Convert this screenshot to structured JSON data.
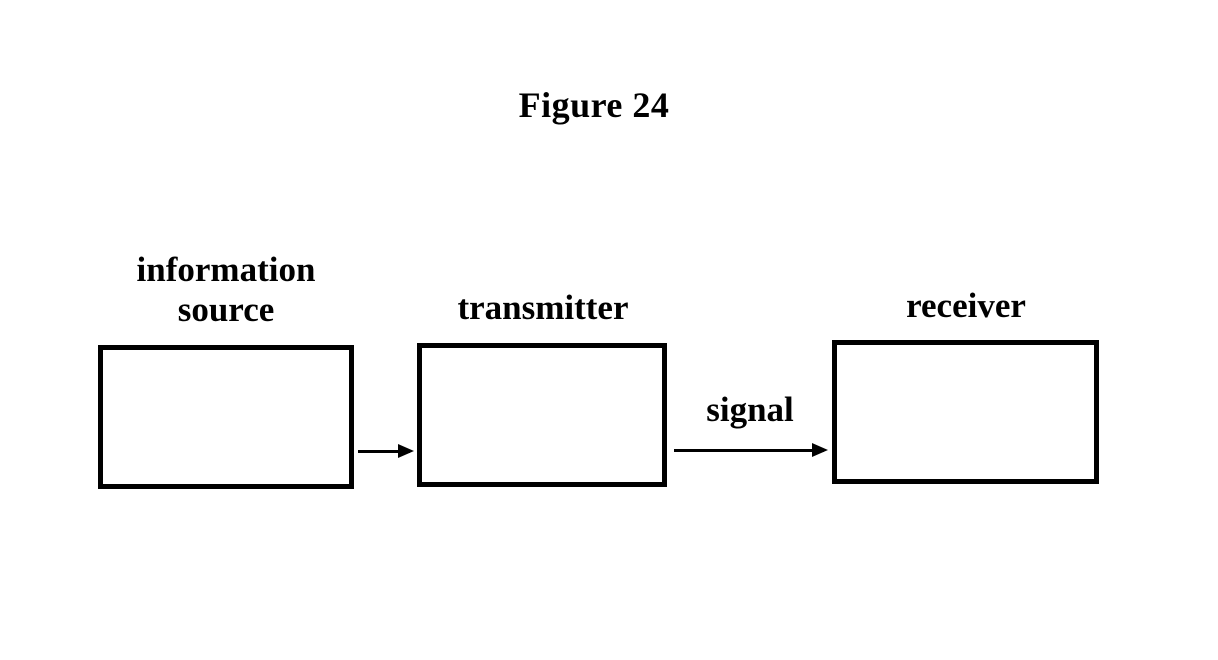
{
  "figure": {
    "title": "Figure 24"
  },
  "nodes": [
    {
      "id": "information-source",
      "label_line1": "information",
      "label_line2": "source"
    },
    {
      "id": "transmitter",
      "label": "transmitter"
    },
    {
      "id": "receiver",
      "label": "receiver"
    }
  ],
  "edges": [
    {
      "from": "information-source",
      "to": "transmitter",
      "label": ""
    },
    {
      "from": "transmitter",
      "to": "receiver",
      "label": "signal"
    }
  ],
  "colors": {
    "stroke": "#000000",
    "background": "#ffffff"
  }
}
